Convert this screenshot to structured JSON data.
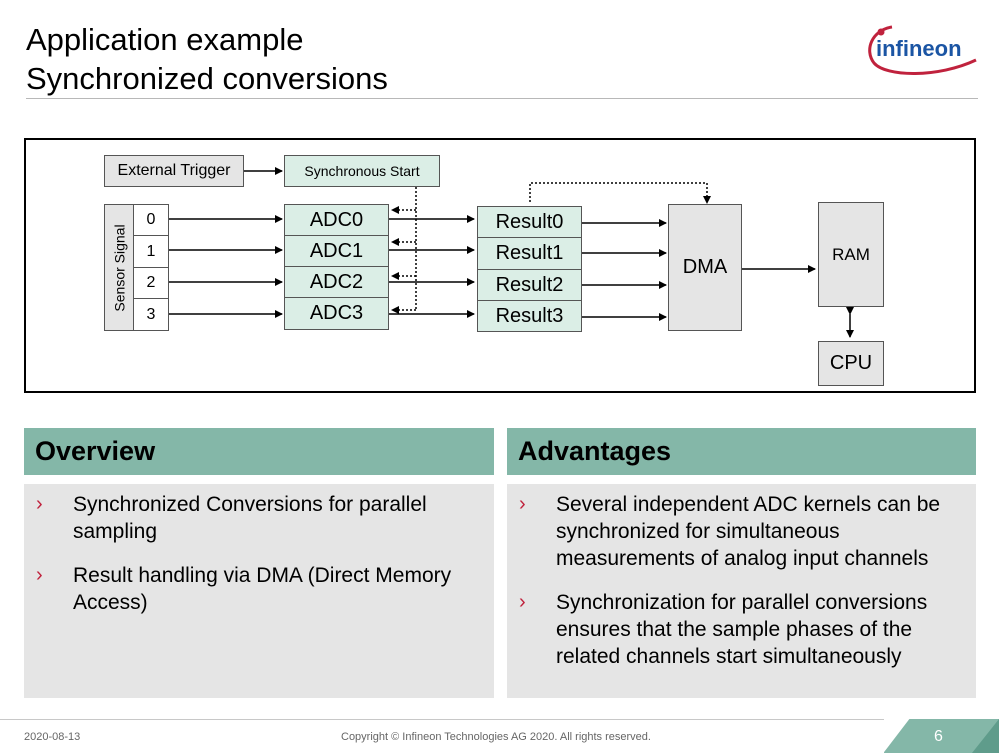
{
  "title": {
    "line1": "Application example",
    "line2": "Synchronized conversions"
  },
  "logo": {
    "text": "infineon"
  },
  "diagram": {
    "external_trigger": "External Trigger",
    "sync_start": "Synchronous Start",
    "sensor_signal": "Sensor Signal",
    "channels": [
      "0",
      "1",
      "2",
      "3"
    ],
    "adcs": [
      "ADC0",
      "ADC1",
      "ADC2",
      "ADC3"
    ],
    "results": [
      "Result0",
      "Result1",
      "Result2",
      "Result3"
    ],
    "dma": "DMA",
    "ram": "RAM",
    "cpu": "CPU"
  },
  "overview": {
    "heading": "Overview",
    "bullets": [
      "Synchronized Conversions for parallel sampling",
      "Result handling via DMA (Direct Memory Access)"
    ]
  },
  "advantages": {
    "heading": "Advantages",
    "bullets": [
      "Several independent ADC kernels can be synchronized for simultaneous measurements of analog input channels",
      "Synchronization for parallel conversions ensures that the sample phases of the related channels start simultaneously"
    ]
  },
  "bullet_glyph": "›",
  "footer": {
    "date": "2020-08-13",
    "copyright": "Copyright © Infineon Technologies AG 2020. All rights reserved.",
    "page": "6"
  },
  "colors": {
    "panel_header": "#84b7a8",
    "panel_body": "#e5e5e5",
    "box_green": "#dbeee6",
    "brand_red": "#c0223d",
    "brand_blue": "#1b55a4"
  }
}
